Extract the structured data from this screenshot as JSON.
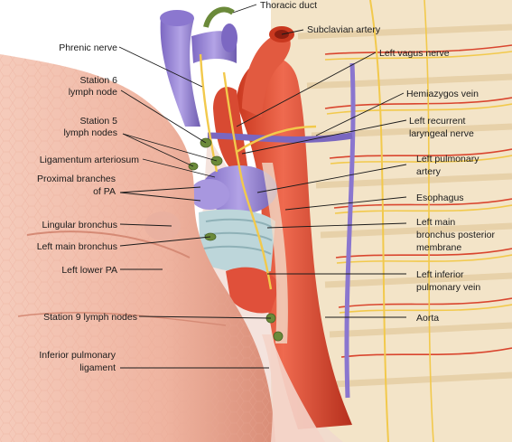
{
  "labels": {
    "thoracic_duct": "Thoracic duct",
    "subclavian_artery": "Subclavian artery",
    "left_vagus_nerve": "Left vagus nerve",
    "phrenic_nerve": "Phrenic nerve",
    "station6_l1": "Station 6",
    "station6_l2": "lymph node",
    "hemiazygos_vein": "Hemiazygos vein",
    "station5_l1": "Station 5",
    "station5_l2": "lymph nodes",
    "left_recurrent_l1": "Left recurrent",
    "left_recurrent_l2": "laryngeal nerve",
    "ligamentum_arteriosum": "Ligamentum arteriosum",
    "left_pa_l1": "Left pulmonary",
    "left_pa_l2": "artery",
    "proximal_pa_l1": "Proximal branches",
    "proximal_pa_l2": "of PA",
    "esophagus": "Esophagus",
    "lingular_bronchus": "Lingular bronchus",
    "left_main_post_l1": "Left main",
    "left_main_post_l2": "bronchus posterior",
    "left_main_post_l3": "membrane",
    "left_main_bronchus": "Left main bronchus",
    "left_lower_pa": "Left lower PA",
    "left_inf_pv_l1": "Left inferior",
    "left_inf_pv_l2": "pulmonary vein",
    "station9": "Station 9 lymph nodes",
    "aorta": "Aorta",
    "inf_pulm_lig_l1": "Inferior pulmonary",
    "inf_pulm_lig_l2": "ligament"
  },
  "colors": {
    "lung": "#efb8a6",
    "lung_shadow": "#d98f7a",
    "aorta": "#e0503a",
    "aorta_dark": "#b8321f",
    "vein": "#9b87d6",
    "vein_dark": "#6f5db0",
    "nerve": "#f2c94c",
    "lymph_node": "#6b8a3a",
    "bronchus": "#b9d3d8",
    "ribs": "#f4e2bf",
    "thoracic_duct": "#7f9b53"
  }
}
